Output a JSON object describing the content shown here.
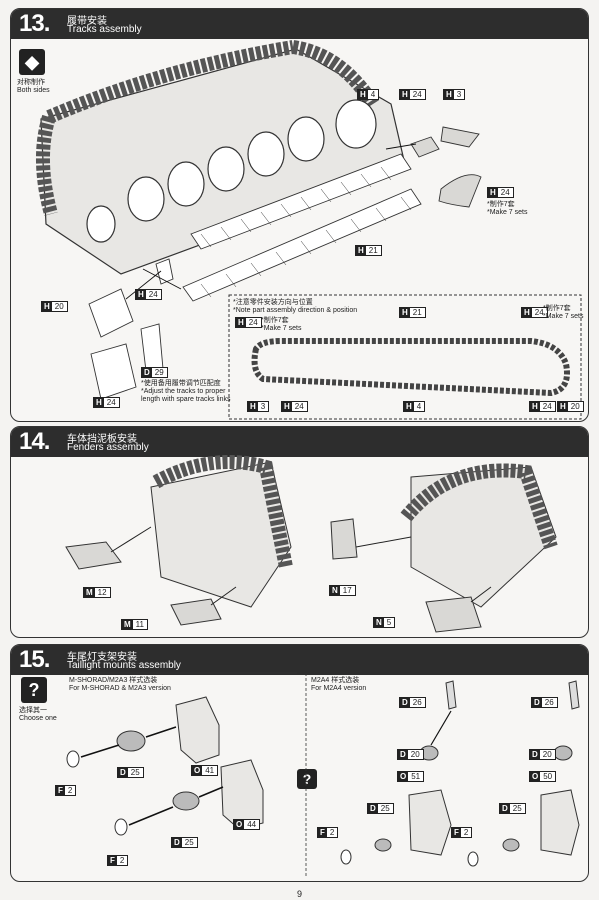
{
  "steps": [
    {
      "number": "13.",
      "title_cn": "履带安装",
      "title_en": "Tracks assembly"
    },
    {
      "number": "14.",
      "title_cn": "车体挡泥板安装",
      "title_en": "Fenders assembly"
    },
    {
      "number": "15.",
      "title_cn": "车尾灯支架安装",
      "title_en": "Taillight mounts assembly"
    }
  ],
  "step13": {
    "both_sides_cn": "对称制作",
    "both_sides_en": "Both sides",
    "callout_cn": "*注意零件安装方向与位置",
    "callout_en": "*Note part assembly direction & position",
    "make7_cn": "*制作7套",
    "make7_en": "*Make 7 sets",
    "adjust_cn": "*使用备用履带调节匹配度",
    "adjust_en1": "*Adjust the tracks to proper",
    "adjust_en2": "length with spare tracks links",
    "tags": {
      "h4": {
        "l": "H",
        "n": "4"
      },
      "h24": {
        "l": "H",
        "n": "24"
      },
      "h3": {
        "l": "H",
        "n": "3"
      },
      "h21": {
        "l": "H",
        "n": "21"
      },
      "h20": {
        "l": "H",
        "n": "20"
      },
      "d29": {
        "l": "D",
        "n": "29"
      }
    }
  },
  "step14": {
    "tags": {
      "m12": {
        "l": "M",
        "n": "12"
      },
      "m11": {
        "l": "M",
        "n": "11"
      },
      "n17": {
        "l": "N",
        "n": "17"
      },
      "n5": {
        "l": "N",
        "n": "5"
      }
    }
  },
  "step15": {
    "choose_cn": "选择其一",
    "choose_en": "Choose one",
    "version_a_cn": "M-SHORAD/M2A3 样式选装",
    "version_a_en": "For M-SHORAD & M2A3 version",
    "version_b_cn": "M2A4 样式选装",
    "version_b_en": "For M2A4 version",
    "tags": {
      "o41": {
        "l": "O",
        "n": "41"
      },
      "d25": {
        "l": "D",
        "n": "25"
      },
      "f2": {
        "l": "F",
        "n": "2"
      },
      "o44": {
        "l": "O",
        "n": "44"
      },
      "d26": {
        "l": "D",
        "n": "26"
      },
      "d20": {
        "l": "D",
        "n": "20"
      },
      "o51": {
        "l": "O",
        "n": "51"
      },
      "o50": {
        "l": "O",
        "n": "50"
      }
    }
  },
  "page_number": "9"
}
